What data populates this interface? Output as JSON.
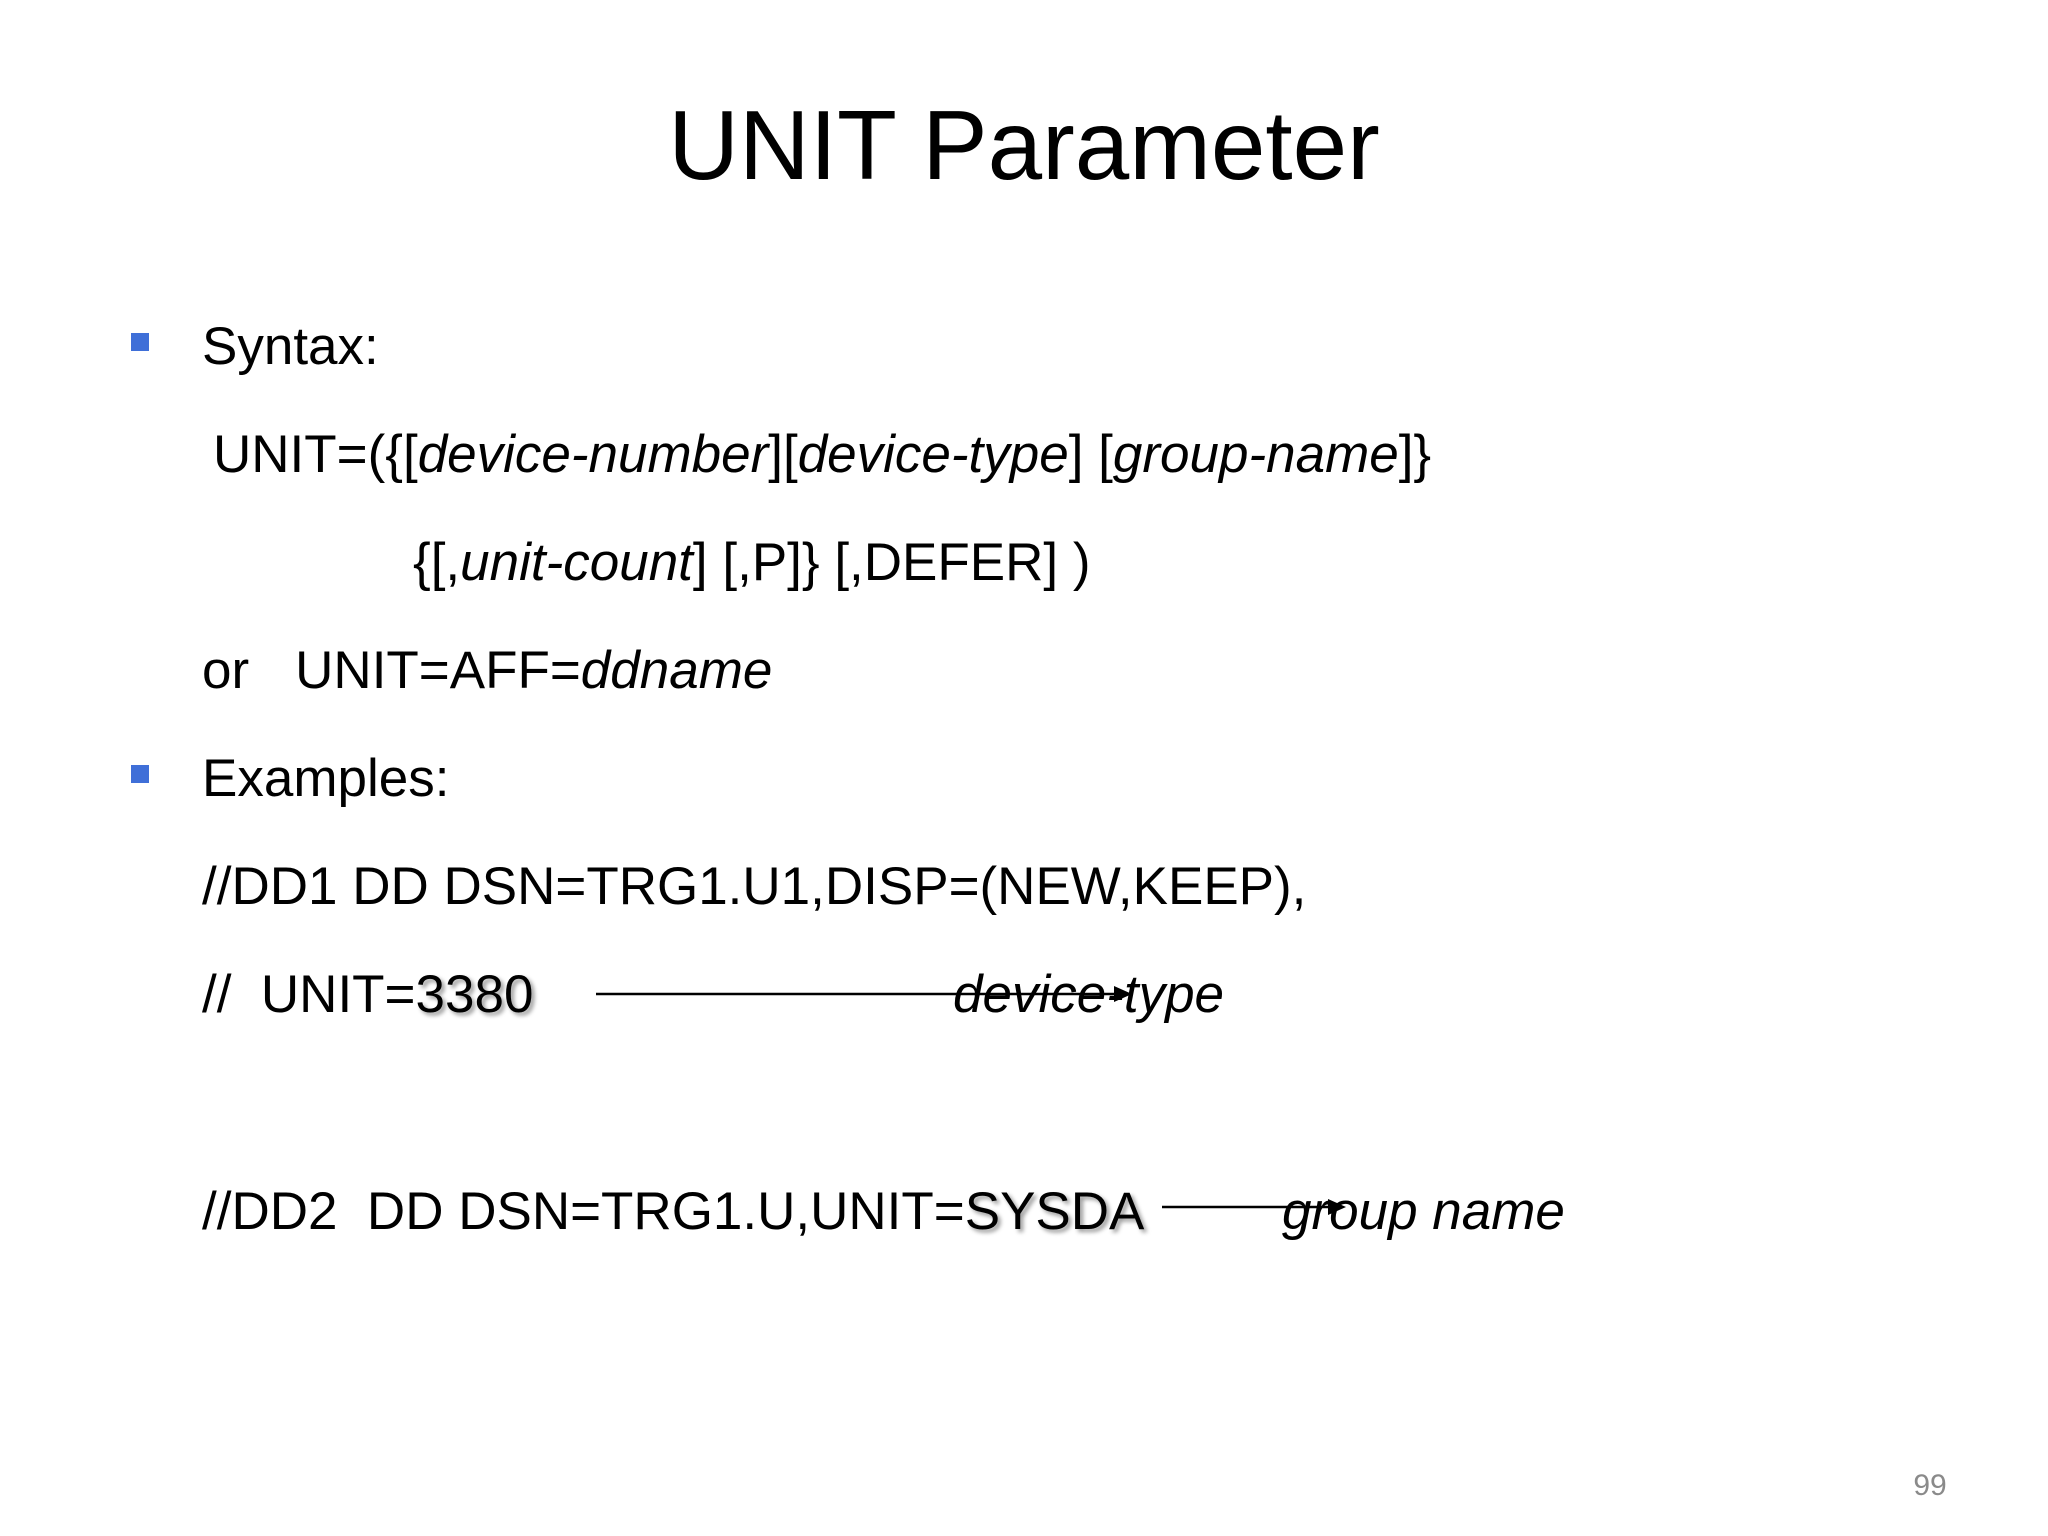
{
  "slide": {
    "title": "UNIT Parameter",
    "syntax": {
      "label": "Syntax:",
      "line1_a": "UNIT=({[",
      "line1_b": "device-number",
      "line1_c": "][",
      "line1_d": "device-type",
      "line1_e": "] [",
      "line1_f": "group-name",
      "line1_g": "]}",
      "line2_a": "{[,",
      "line2_b": "unit-count",
      "line2_c": "] [,P]} [,DEFER] )",
      "line3_a": "or",
      "line3_b": "UNIT=AFF=",
      "line3_c": "ddname"
    },
    "examples": {
      "label": "Examples:",
      "ex1_line1": "//DD1 DD DSN=TRG1.U1,DISP=(NEW,KEEP),",
      "ex1_line2_a": "//  UNIT=",
      "ex1_line2_b": "3380",
      "ex1_note": "device-type",
      "ex2_a": "//DD2  DD DSN=TRG1.U,UNIT=",
      "ex2_b": "SYSDA",
      "ex2_note": "group name"
    },
    "page_number": "99"
  },
  "colors": {
    "bullet": "#3f6fd8",
    "page_number": "#8a8a8a"
  },
  "icons": [
    "bullet-square-icon",
    "arrow-right-icon"
  ]
}
